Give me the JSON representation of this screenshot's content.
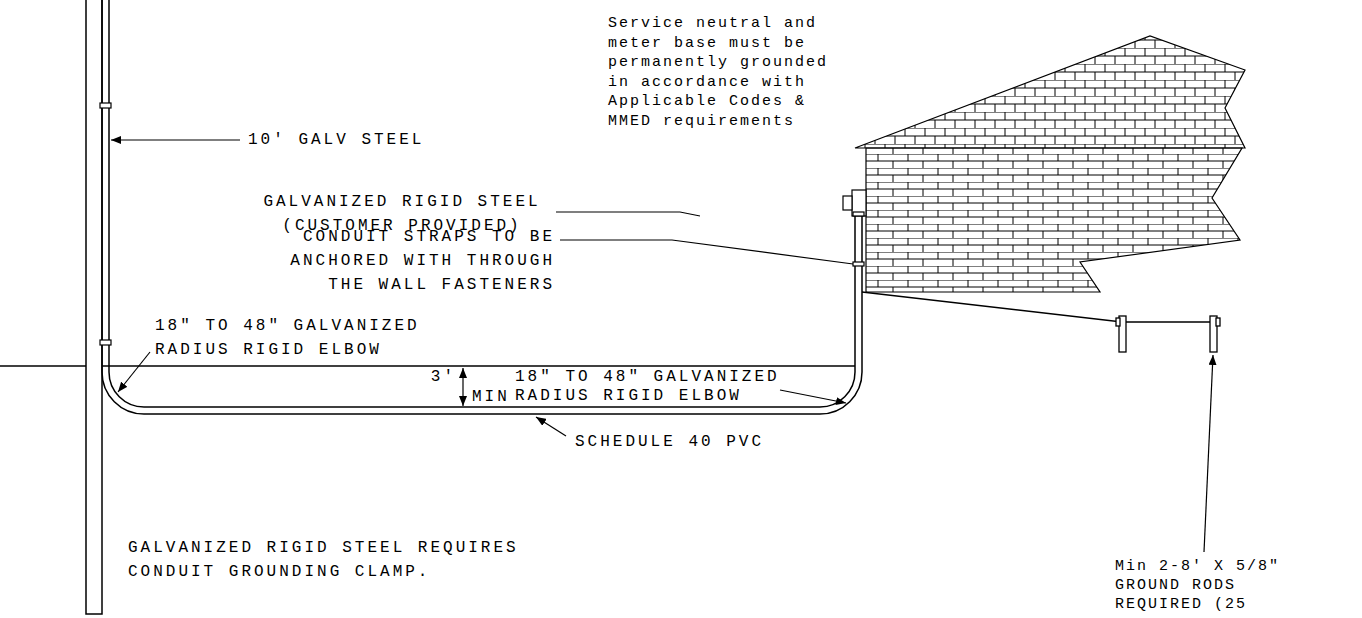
{
  "diagram": {
    "labels": [
      "10' GALV STEEL",
      "Service neutral and meter base must be permanently grounded in accordance with Applicable Codes & MMED requirements",
      "GALVANIZED RIGID STEEL (CUSTOMER PROVIDED)",
      "CONDUIT STRAPS TO BE ANCHORED WITH THROUGH THE WALL FASTENERS",
      "18\" TO 48\" GALVANIZED RADIUS RIGID ELBOW",
      "3'",
      "MIN",
      "18\" TO 48\" GALVANIZED RADIUS RIGID ELBOW",
      "SCHEDULE 40 PVC",
      "GALVANIZED RIGID STEEL REQUIRES CONDUIT GROUNDING CLAMP.",
      "Min 2-8' X 5/8\" GROUND RODS REQUIRED (25"
    ]
  }
}
